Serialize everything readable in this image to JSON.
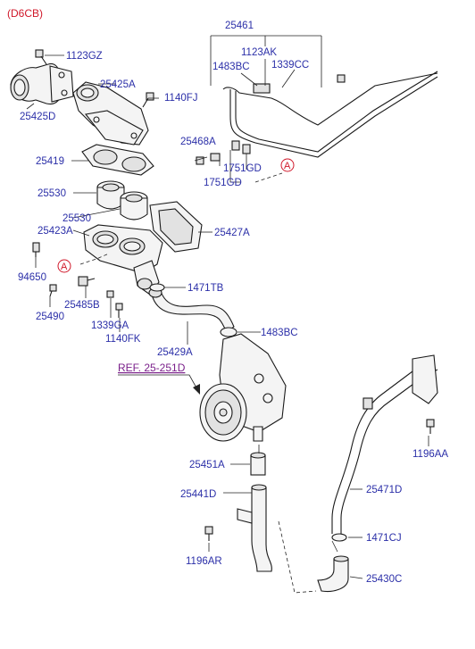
{
  "engine_code": "(D6CB)",
  "reference": "REF. 25-251D",
  "circle_mark": "A",
  "labels": {
    "p25461": "25461",
    "p1123AK": "1123AK",
    "p1483BC_top": "1483BC",
    "p1339CC": "1339CC",
    "p1123GZ": "1123GZ",
    "p25425A": "25425A",
    "p1140FJ": "1140FJ",
    "p25425D": "25425D",
    "p25468A": "25468A",
    "p1751GD_a": "1751GD",
    "p1751GD_b": "1751GD",
    "p25419": "25419",
    "p25530_a": "25530",
    "p25530_b": "25530",
    "p25423A": "25423A",
    "p25427A": "25427A",
    "p94650": "94650",
    "p1471TB": "1471TB",
    "p25490": "25490",
    "p25485B": "25485B",
    "p1339GA": "1339GA",
    "p1140FK": "1140FK",
    "p1483BC": "1483BC",
    "p25429A": "25429A",
    "p1196AA": "1196AA",
    "p25451A": "25451A",
    "p25441D": "25441D",
    "p25471D": "25471D",
    "p1471CJ": "1471CJ",
    "p1196AR": "1196AR",
    "p25430C": "25430C"
  },
  "colors": {
    "label_text": "#2b2fa8",
    "header_text": "#d0182a",
    "reference_text": "#7a1f8a",
    "line": "#222222"
  }
}
